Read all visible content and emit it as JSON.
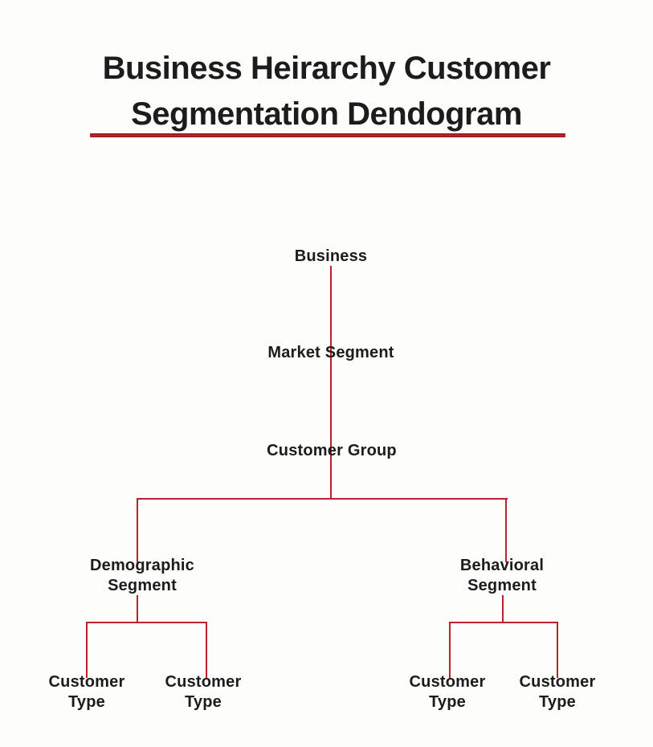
{
  "header": {
    "title": "Business Heirarchy Customer Segmentation Dendogram"
  },
  "tree": {
    "root_label": "Business",
    "level2_label": "Market Segment",
    "level3_label": "Customer Group",
    "branches": [
      {
        "label": "Demographic Segment",
        "children": [
          {
            "label": "Customer Type"
          },
          {
            "label": "Customer Type"
          }
        ]
      },
      {
        "label": "Behavioral Segment",
        "children": [
          {
            "label": "Customer Type"
          },
          {
            "label": "Customer Type"
          }
        ]
      }
    ]
  },
  "colors": {
    "line": "#bb2231",
    "title_underline": "#a91d20",
    "text": "#1c1c1c",
    "background": "#fdfdfc"
  }
}
